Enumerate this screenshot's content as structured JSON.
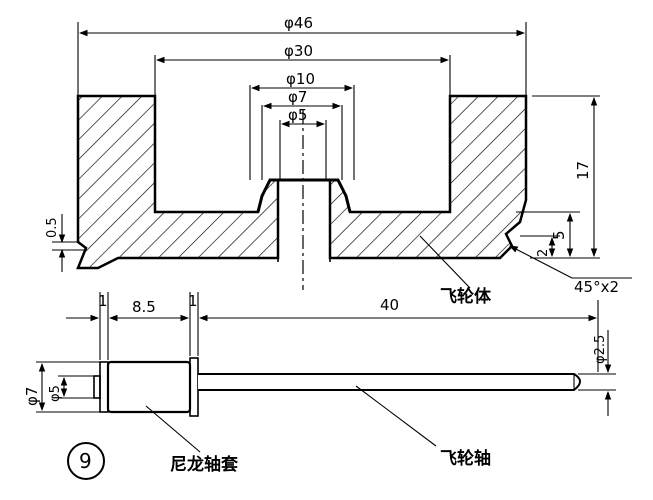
{
  "flywheel": {
    "dims": {
      "d46": "φ46",
      "d30": "φ30",
      "d10": "φ10",
      "d7": "φ7",
      "d5": "φ5",
      "h17": "17",
      "h5": "5",
      "h2": "2",
      "h05": "0.5",
      "chamfer": "45°x2"
    },
    "label": "飞轮体"
  },
  "shaft": {
    "dims": {
      "w1a": "1",
      "w85": "8.5",
      "w1b": "1",
      "len40": "40",
      "d25": "φ2.5",
      "d7": "φ7",
      "d5": "φ5"
    },
    "label_sleeve": "尼龙轴套",
    "label_shaft": "飞轮轴"
  },
  "figure_number": "9"
}
